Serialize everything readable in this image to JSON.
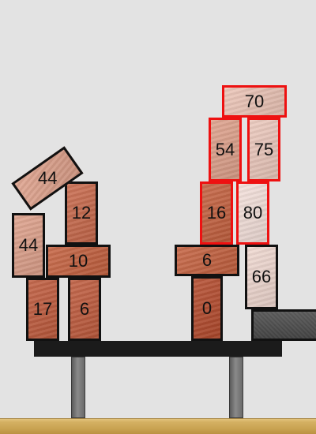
{
  "blocks": [
    {
      "id": "b17",
      "label": "17",
      "selected": false,
      "color": "#bf5a3c"
    },
    {
      "id": "b6a",
      "label": "6",
      "selected": false,
      "color": "#bf5a3c"
    },
    {
      "id": "b10",
      "label": "10",
      "selected": false,
      "color": "#c4603e"
    },
    {
      "id": "b44a",
      "label": "44",
      "selected": false,
      "color": "#dea08a"
    },
    {
      "id": "b12",
      "label": "12",
      "selected": false,
      "color": "#c8684a"
    },
    {
      "id": "b44b",
      "label": "44",
      "selected": false,
      "color": "#dea08a"
    },
    {
      "id": "b0",
      "label": "0",
      "selected": false,
      "color": "#b44a2c"
    },
    {
      "id": "b6b",
      "label": "6",
      "selected": false,
      "color": "#c4603e"
    },
    {
      "id": "b66",
      "label": "66",
      "selected": false,
      "color": "#f0d8d0"
    },
    {
      "id": "b16",
      "label": "16",
      "selected": true,
      "color": "#c4603e"
    },
    {
      "id": "b80",
      "label": "80",
      "selected": true,
      "color": "#f4e0da"
    },
    {
      "id": "b54",
      "label": "54",
      "selected": true,
      "color": "#dea08a"
    },
    {
      "id": "b75",
      "label": "75",
      "selected": true,
      "color": "#ecc8bc"
    },
    {
      "id": "b70",
      "label": "70",
      "selected": true,
      "color": "#ecc4b6"
    }
  ]
}
